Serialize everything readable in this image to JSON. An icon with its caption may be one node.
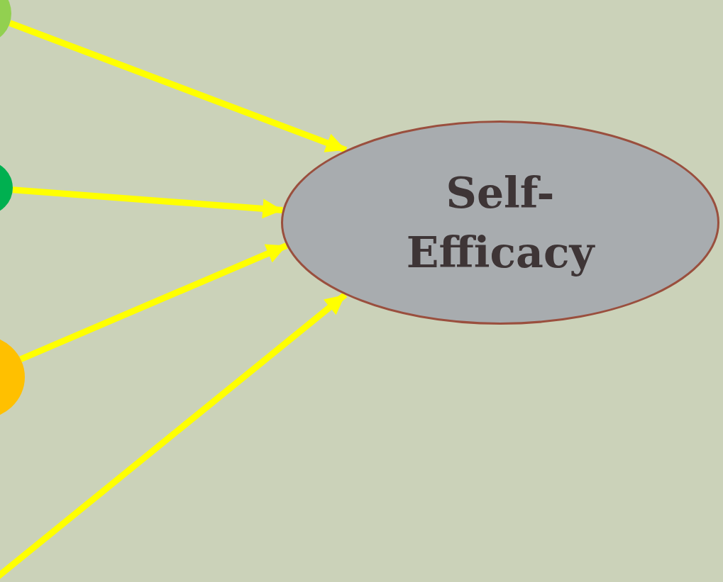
{
  "diagram": {
    "nodes": [
      {
        "text": [
          "Self-Efficacy"
        ]
      },
      {
        "text": [],
        "shape": "circle"
      },
      {
        "text": [],
        "shape": "circle"
      },
      {
        "text": [],
        "shape": "circle"
      }
    ],
    "edges": [
      {
        "from": 1,
        "to": 0,
        "arrow": "to"
      },
      {
        "from": 2,
        "to": 0,
        "arrow": "to"
      },
      {
        "from": 3,
        "to": 0,
        "arrow": "to"
      },
      {
        "from": null,
        "to": 0,
        "arrow": "to"
      }
    ]
  }
}
